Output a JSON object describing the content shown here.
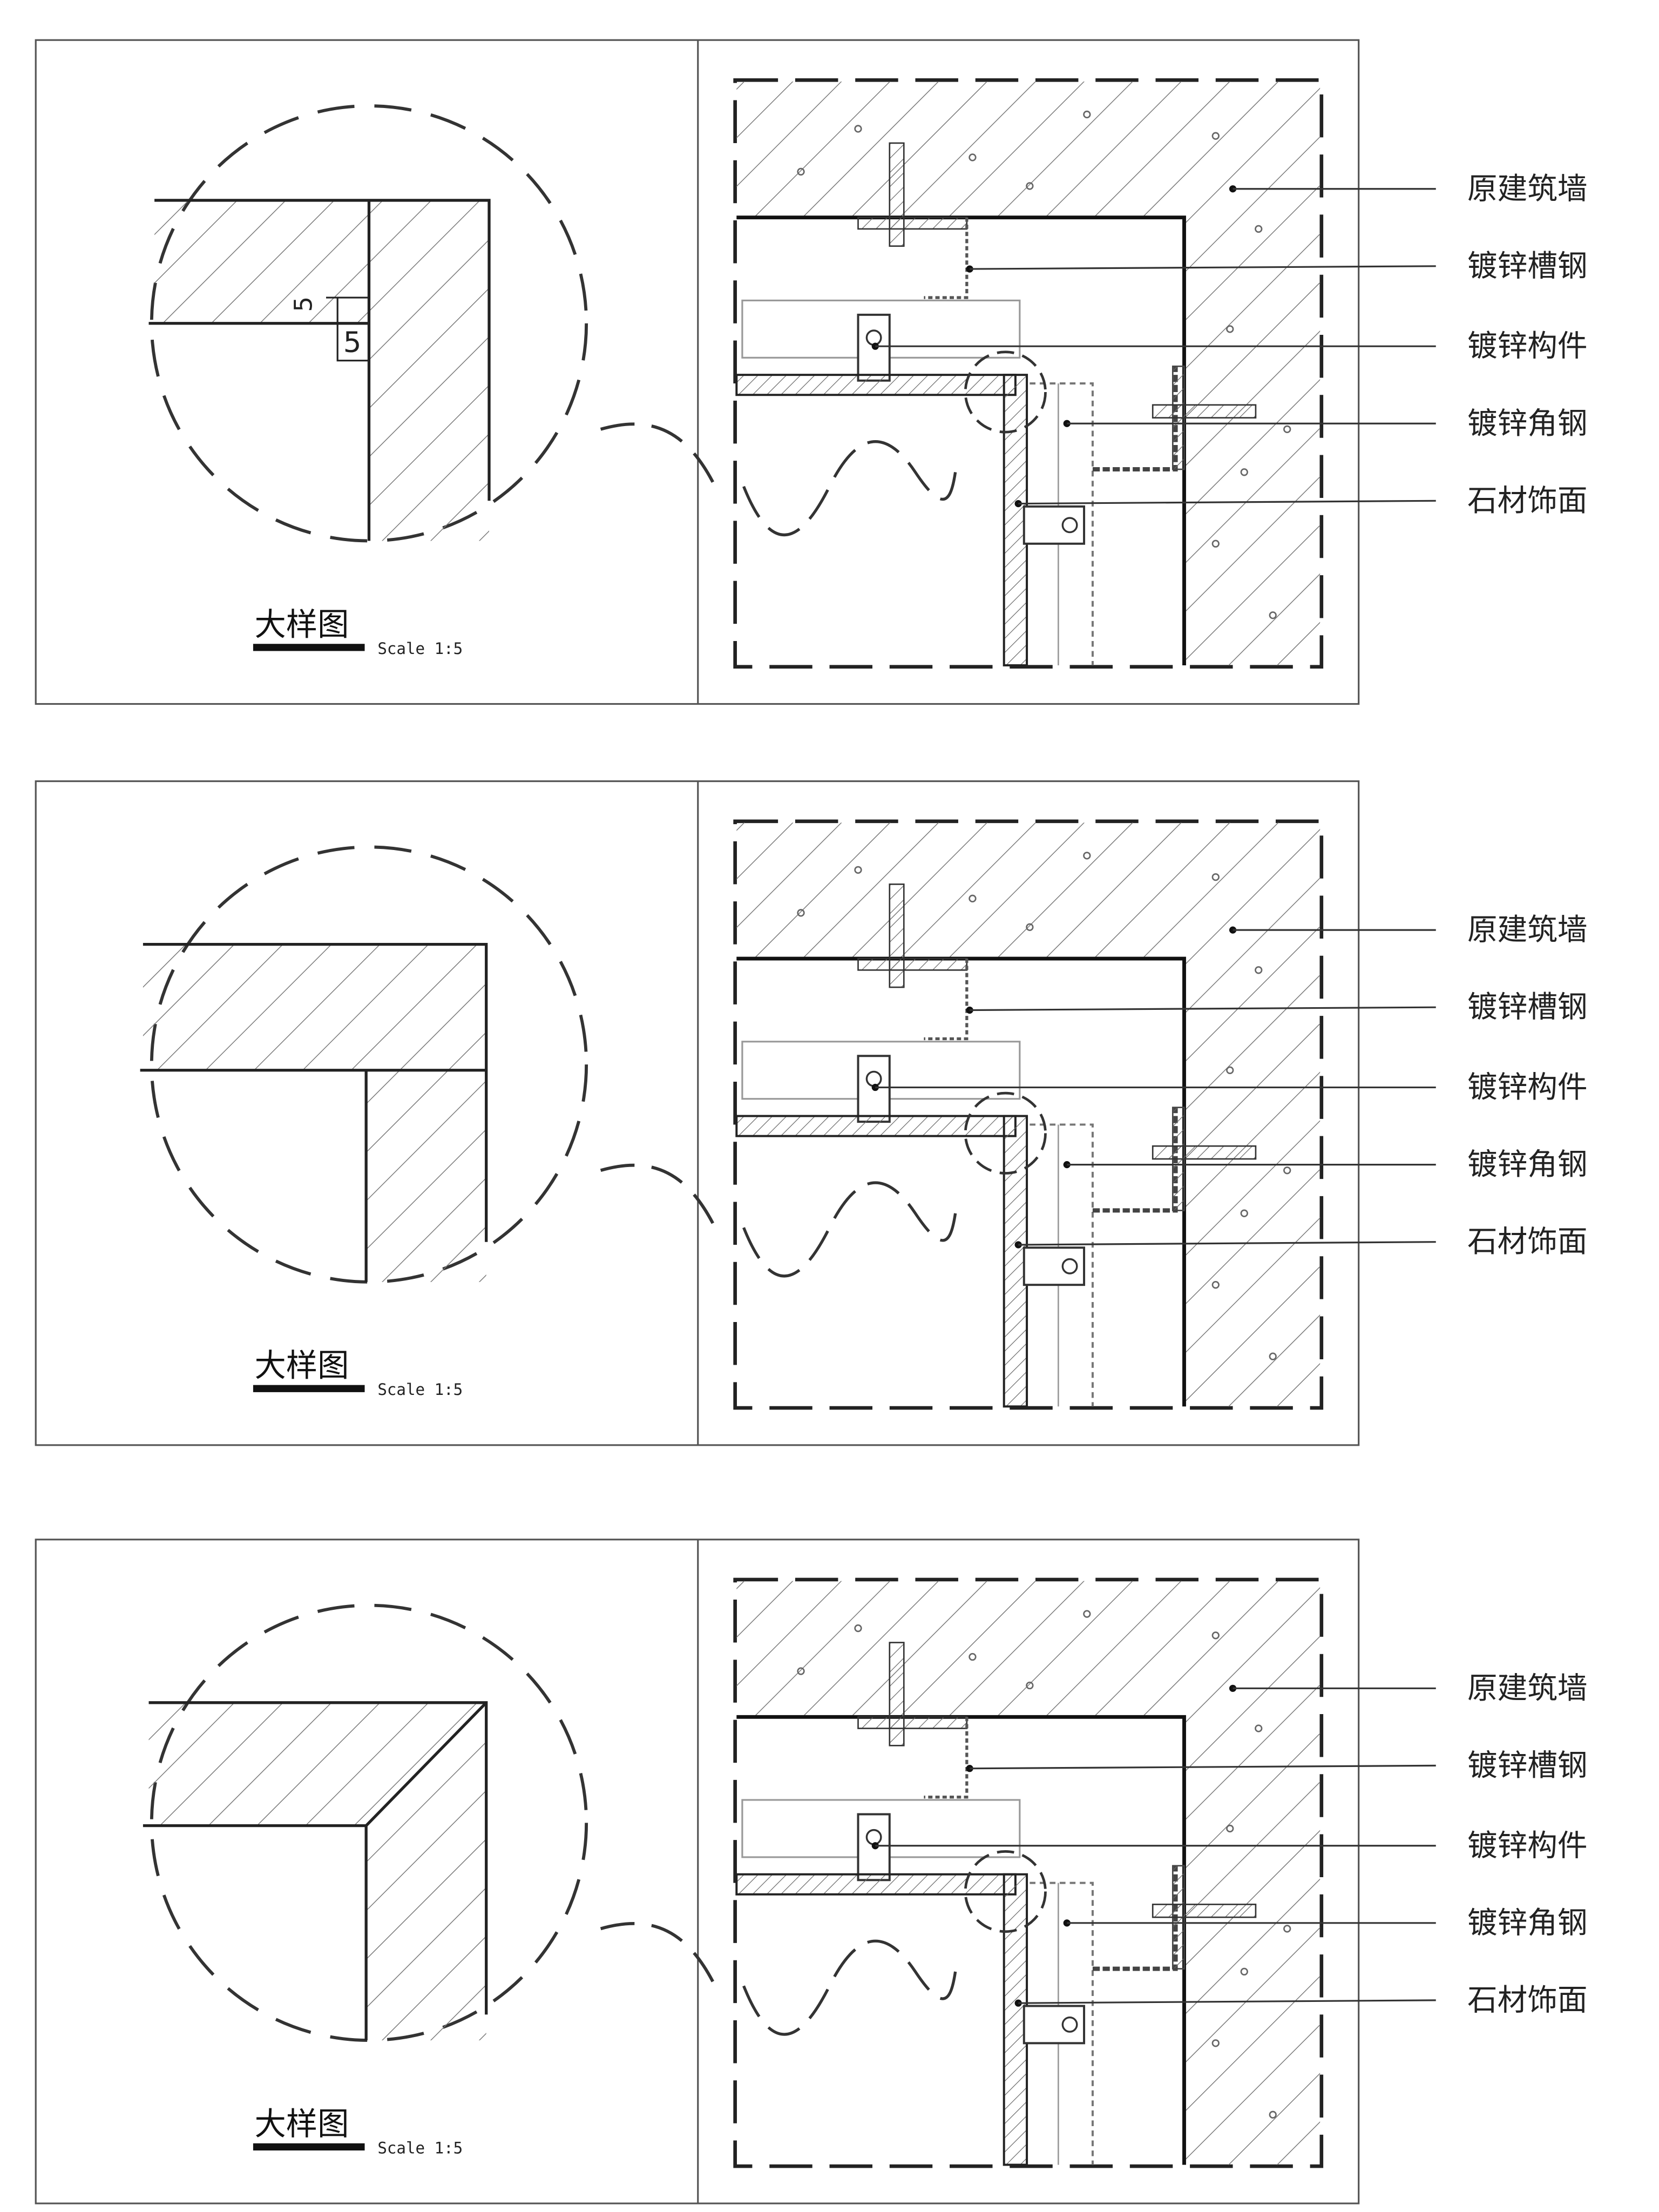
{
  "panels": [
    {
      "title": "大样图",
      "scale": "Scale 1:5",
      "dims": [
        "5",
        "5"
      ],
      "labels": [
        "原建筑墙",
        "镀锌槽钢",
        "镀锌构件",
        "镀锌角钢",
        "石材饰面"
      ]
    },
    {
      "title": "大样图",
      "scale": "Scale 1:5",
      "labels": [
        "原建筑墙",
        "镀锌槽钢",
        "镀锌构件",
        "镀锌角钢",
        "石材饰面"
      ]
    },
    {
      "title": "大样图",
      "scale": "Scale 1:5",
      "labels": [
        "原建筑墙",
        "镀锌槽钢",
        "镀锌构件",
        "镀锌角钢",
        "石材饰面"
      ]
    }
  ]
}
